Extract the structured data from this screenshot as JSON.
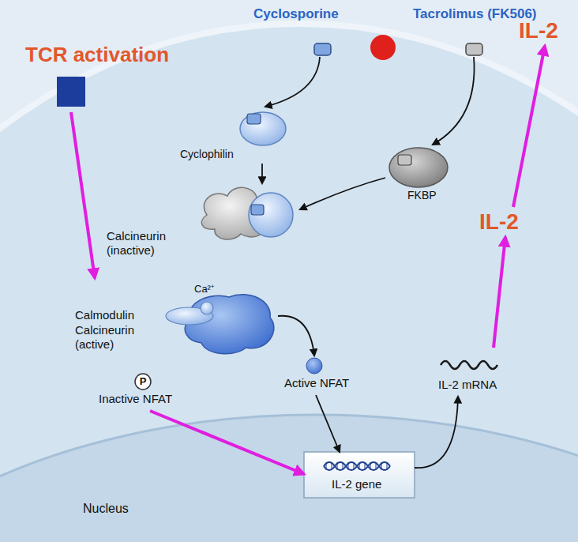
{
  "diagram": {
    "nodes": [
      {
        "text": [
          "TCR activation"
        ]
      },
      {
        "text": [
          "Cyclosporine"
        ]
      },
      {
        "text": [
          "Tacrolimus (FK506)"
        ]
      },
      {
        "text": [
          "Cyclophilin"
        ]
      },
      {
        "text": [
          "FKBP"
        ]
      },
      {
        "text": [
          "Calcineurin (inactive)"
        ]
      },
      {
        "text": [
          "Ca²⁺",
          "Calmodulin",
          "Calcineurin (active)"
        ]
      },
      {
        "text": [
          "P",
          "Inactive NFAT"
        ]
      },
      {
        "text": [
          "Active NFAT"
        ]
      },
      {
        "text": [
          "IL-2 mRNA"
        ]
      },
      {
        "text": [
          "IL-2"
        ]
      },
      {
        "text": [
          "IL-2"
        ]
      },
      {
        "text": [
          "Nucleus"
        ]
      },
      {
        "text": [
          "IL-2 gene"
        ],
        "in": 12
      }
    ],
    "edges": [
      {
        "from": 0,
        "to": 6,
        "arrow": "to"
      },
      {
        "from": 1,
        "to": 3,
        "arrow": "to"
      },
      {
        "from": 2,
        "to": 4,
        "arrow": "to"
      },
      {
        "from": 3,
        "to": 5,
        "arrow": "to"
      },
      {
        "from": 4,
        "to": 5,
        "arrow": "to"
      },
      {
        "from": 6,
        "to": 8,
        "arrow": "to"
      },
      {
        "from": 7,
        "to": 13,
        "arrow": "to"
      },
      {
        "from": 8,
        "to": 13,
        "arrow": "to"
      },
      {
        "from": 13,
        "to": 9,
        "arrow": "to"
      },
      {
        "from": 9,
        "to": 10,
        "arrow": "to"
      },
      {
        "from": 10,
        "to": 11,
        "arrow": "to"
      }
    ]
  }
}
